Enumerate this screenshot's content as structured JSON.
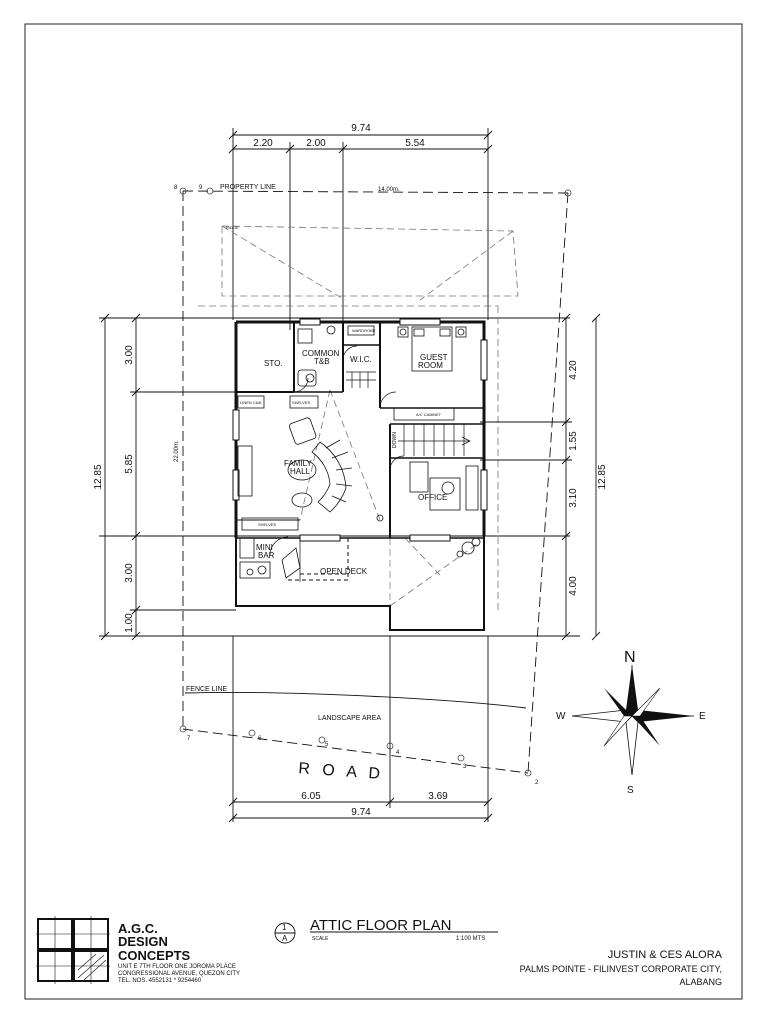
{
  "dimensions": {
    "top_total": "9.74",
    "top_a": "2.20",
    "top_b": "2.00",
    "top_c": "5.54",
    "bottom_a": "6.05",
    "bottom_b": "3.69",
    "bottom_total": "9.74",
    "left_total": "12.85",
    "left_a": "3.00",
    "left_b": "5.85",
    "left_c": "3.00",
    "left_d": "1.00",
    "right_total": "12.85",
    "right_a": "4.20",
    "right_b": "1.55",
    "right_c": "3.10",
    "right_d": "4.00",
    "property_length": "14.00m.",
    "property_side": "22.00m."
  },
  "plan_labels": {
    "property_line": "PROPERTY LINE",
    "fence_line": "FENCE LINE",
    "landscape_area": "LANDSCAPE AREA",
    "road": "R O A D",
    "sto": "STO.",
    "common_tb_1": "COMMON",
    "common_tb_2": "T&B",
    "wic": "W.I.C.",
    "guest_room_1": "GUEST",
    "guest_room_2": "ROOM",
    "family_hall_1": "FAMILY",
    "family_hall_2": "HALL",
    "office": "OFFICE",
    "mini_bar_1": "MINI",
    "mini_bar_2": "BAR",
    "open_deck": "OPEN DECK",
    "linen_cab": "LINEN CAB.",
    "shelves_1": "SHELVES",
    "shelves_2": "SHELVES",
    "wardrobe": "WARDROBE",
    "ac_cabinet": "A/C CABINET",
    "down": "DOWN",
    "roof_ridge": "RIDGE"
  },
  "property_points": [
    "8",
    "9",
    "7",
    "6",
    "5",
    "4",
    "3",
    "2"
  ],
  "compass": {
    "n": "N",
    "s": "S",
    "e": "E",
    "w": "W"
  },
  "title_block": {
    "company_1": "A.G.C.",
    "company_2": "DESIGN",
    "company_3": "CONCEPTS",
    "address_1": "UNIT E 7TH FLOOR ONE JOROMA PLACE",
    "address_2": "CONGRESSIONAL AVENUE, QUEZON CITY",
    "tel": "TEL. NOS.  4552131 * 9254460",
    "sheet_num": "1",
    "sheet_ref": "A",
    "drawing_title": "ATTIC FLOOR PLAN",
    "scale_label": "SCALE",
    "scale_value": "1:100 MTS",
    "client": "JUSTIN & CES ALORA",
    "project_1": "PALMS POINTE - FILINVEST CORPORATE CITY,",
    "project_2": "ALABANG"
  }
}
